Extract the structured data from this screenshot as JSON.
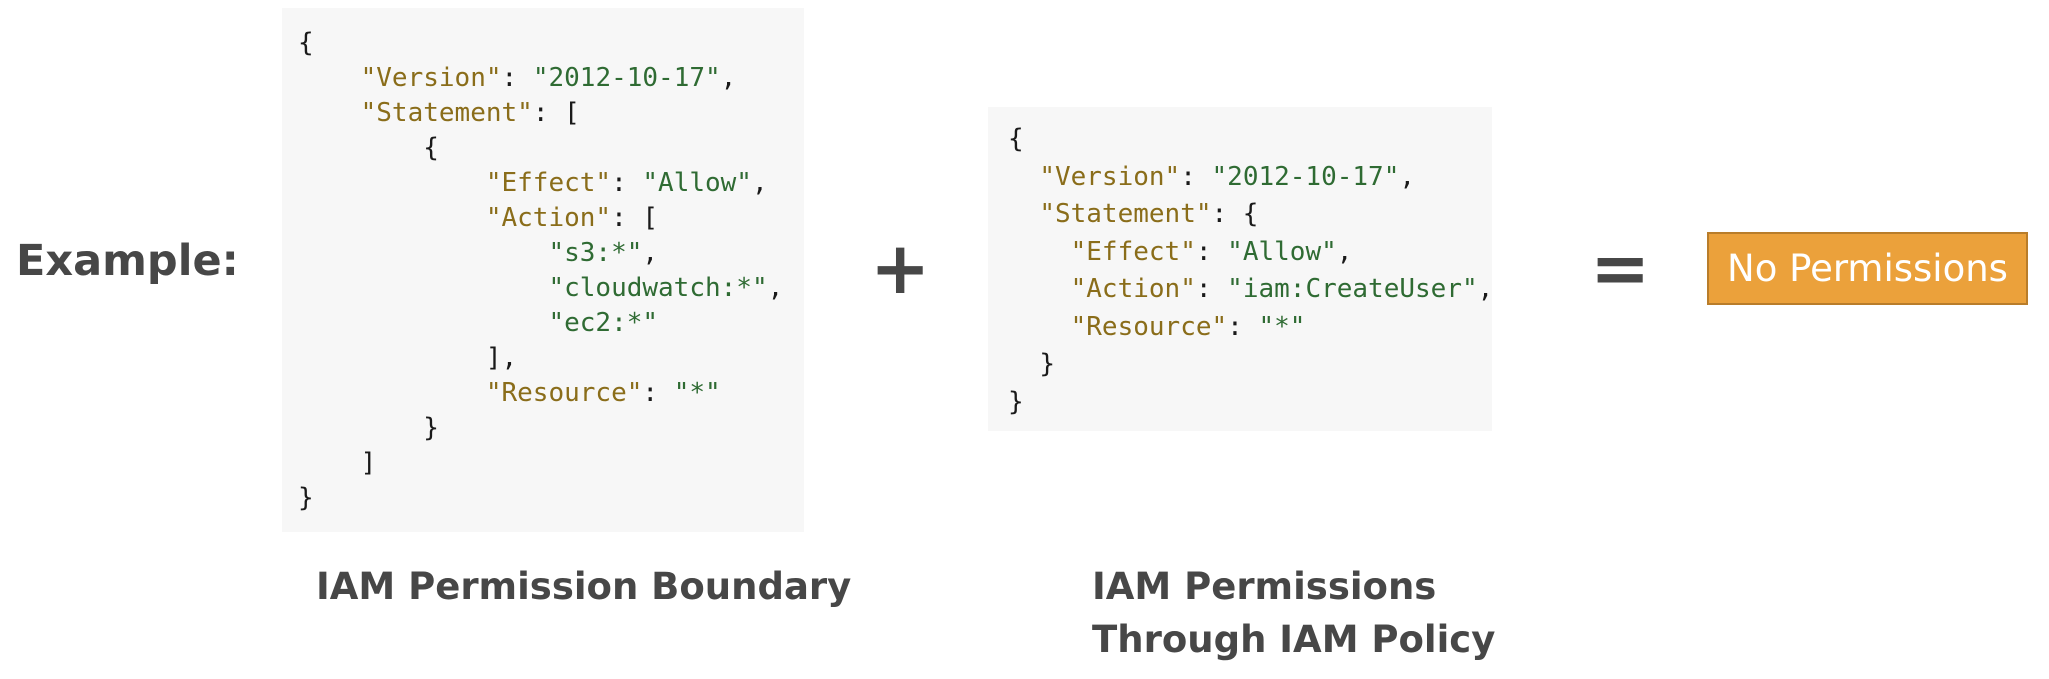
{
  "example_label": "Example:",
  "boundary": {
    "caption": "IAM Permission Boundary",
    "code_lines": [
      {
        "indent": "",
        "parts": [
          {
            "t": "p",
            "v": "{"
          }
        ]
      },
      {
        "indent": "    ",
        "parts": [
          {
            "t": "k",
            "v": "\"Version\""
          },
          {
            "t": "p",
            "v": ": "
          },
          {
            "t": "s",
            "v": "\"2012-10-17\""
          },
          {
            "t": "p",
            "v": ","
          }
        ]
      },
      {
        "indent": "    ",
        "parts": [
          {
            "t": "k",
            "v": "\"Statement\""
          },
          {
            "t": "p",
            "v": ": ["
          }
        ]
      },
      {
        "indent": "        ",
        "parts": [
          {
            "t": "p",
            "v": "{"
          }
        ]
      },
      {
        "indent": "            ",
        "parts": [
          {
            "t": "k",
            "v": "\"Effect\""
          },
          {
            "t": "p",
            "v": ": "
          },
          {
            "t": "s",
            "v": "\"Allow\""
          },
          {
            "t": "p",
            "v": ","
          }
        ]
      },
      {
        "indent": "            ",
        "parts": [
          {
            "t": "k",
            "v": "\"Action\""
          },
          {
            "t": "p",
            "v": ": ["
          }
        ]
      },
      {
        "indent": "                ",
        "parts": [
          {
            "t": "s",
            "v": "\"s3:*\""
          },
          {
            "t": "p",
            "v": ","
          }
        ]
      },
      {
        "indent": "                ",
        "parts": [
          {
            "t": "s",
            "v": "\"cloudwatch:*\""
          },
          {
            "t": "p",
            "v": ","
          }
        ]
      },
      {
        "indent": "                ",
        "parts": [
          {
            "t": "s",
            "v": "\"ec2:*\""
          }
        ]
      },
      {
        "indent": "            ",
        "parts": [
          {
            "t": "p",
            "v": "],"
          }
        ]
      },
      {
        "indent": "            ",
        "parts": [
          {
            "t": "k",
            "v": "\"Resource\""
          },
          {
            "t": "p",
            "v": ": "
          },
          {
            "t": "s",
            "v": "\"*\""
          }
        ]
      },
      {
        "indent": "        ",
        "parts": [
          {
            "t": "p",
            "v": "}"
          }
        ]
      },
      {
        "indent": "    ",
        "parts": [
          {
            "t": "p",
            "v": "]"
          }
        ]
      },
      {
        "indent": "",
        "parts": [
          {
            "t": "p",
            "v": "}"
          }
        ]
      }
    ]
  },
  "plus_symbol": "+",
  "policy": {
    "caption_line1": "IAM Permissions",
    "caption_line2": "Through IAM Policy",
    "code_lines": [
      {
        "indent": "",
        "parts": [
          {
            "t": "p",
            "v": "{"
          }
        ]
      },
      {
        "indent": "  ",
        "parts": [
          {
            "t": "k",
            "v": "\"Version\""
          },
          {
            "t": "p",
            "v": ": "
          },
          {
            "t": "s",
            "v": "\"2012-10-17\""
          },
          {
            "t": "p",
            "v": ","
          }
        ]
      },
      {
        "indent": "  ",
        "parts": [
          {
            "t": "k",
            "v": "\"Statement\""
          },
          {
            "t": "p",
            "v": ": {"
          }
        ]
      },
      {
        "indent": "    ",
        "parts": [
          {
            "t": "k",
            "v": "\"Effect\""
          },
          {
            "t": "p",
            "v": ": "
          },
          {
            "t": "s",
            "v": "\"Allow\""
          },
          {
            "t": "p",
            "v": ","
          }
        ]
      },
      {
        "indent": "    ",
        "parts": [
          {
            "t": "k",
            "v": "\"Action\""
          },
          {
            "t": "p",
            "v": ": "
          },
          {
            "t": "s",
            "v": "\"iam:CreateUser\""
          },
          {
            "t": "p",
            "v": ","
          }
        ]
      },
      {
        "indent": "    ",
        "parts": [
          {
            "t": "k",
            "v": "\"Resource\""
          },
          {
            "t": "p",
            "v": ": "
          },
          {
            "t": "s",
            "v": "\"*\""
          }
        ]
      },
      {
        "indent": "  ",
        "parts": [
          {
            "t": "p",
            "v": "}"
          }
        ]
      },
      {
        "indent": "",
        "parts": [
          {
            "t": "p",
            "v": "}"
          }
        ]
      }
    ]
  },
  "equals_symbol": "=",
  "result": "No Permissions",
  "colors": {
    "json_key": "#8a6d1a",
    "json_string": "#2f6b33",
    "result_fill": "#eba13b",
    "text": "#474747"
  }
}
